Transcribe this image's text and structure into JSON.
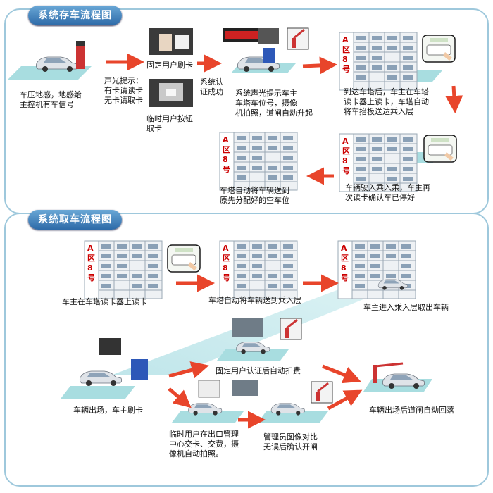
{
  "sections": {
    "park_title": "系统存车流程图",
    "retrieve_title": "系统取车流程图"
  },
  "park": {
    "step1": "车压地感，地感给\n主控机有车信号",
    "hint_title": "声光提示：",
    "hint_line1": "有卡请读卡",
    "hint_line2": "无卡请取卡",
    "fixed_card": "固定用户刷卡",
    "temp_card": "临时用户按钮\n取卡",
    "auth_ok": "系统认\n证成功",
    "prompt": "系统声光提示车主\n车塔车位号，摄像\n机拍照，道闸自动升起",
    "arrive": "到达车塔后，车主在车塔\n读卡器上读卡，车塔自动\n将车抬板送达乘入层",
    "drive_in": "车辆驶入乘入乘，车主再\n次读卡确认车已停好",
    "auto_store": "车塔自动将车辆送到\n原先分配好的空车位"
  },
  "retrieve": {
    "read_card": "车主在车塔读卡器上读卡",
    "deliver": "车塔自动将车辆送到乘入层",
    "pickup": "车主进入乘入层取出车辆",
    "exit": "车辆出场，车主刷卡",
    "fixed_fee": "固定用户认证后自动扣费",
    "temp_fee": "临时用户在出口管理\n中心交卡、交费，摄\n像机自动拍照。",
    "admin": "管理员图像对比\n无误后确认开闸",
    "gate_down": "车辆出场后道闸自动回落"
  },
  "tower": {
    "zone_label": "A区8号"
  },
  "colors": {
    "arrow_red": "#e8452b",
    "frame_blue": "#9ec8dc",
    "floor_teal": "#a8dde0",
    "tower_gray": "#9aa8b4"
  }
}
